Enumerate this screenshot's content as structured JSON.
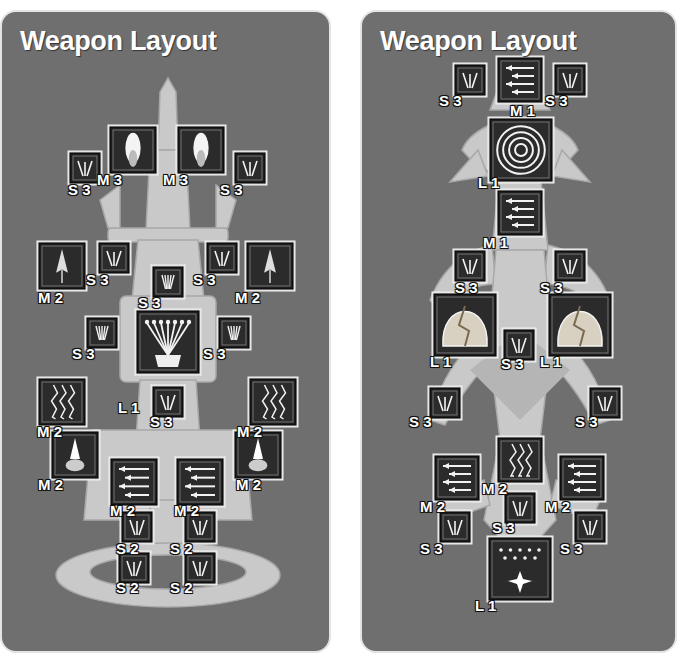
{
  "diagram": {
    "nodes": [
      {
        "text": [
          "Weapon Layout"
        ]
      },
      {
        "text": [
          "Weapon Layout"
        ]
      }
    ],
    "labels": [
      "S 3",
      "M 3",
      "M 3",
      "S 3",
      "M 2",
      "S 3",
      "S 3",
      "S 3",
      "M 2",
      "S 3",
      "L 1",
      "S 3",
      "M 2",
      "S 3",
      "M 2",
      "M 2",
      "M 2",
      "M 2",
      "M 2",
      "S 2",
      "S 2",
      "S 2",
      "S 2",
      "S 3",
      "M 1",
      "S 3",
      "L 1",
      "M 1",
      "S 3",
      "S 3",
      "L 1",
      "S 3",
      "L 1",
      "S 3",
      "S 3",
      "M 2",
      "M 2",
      "M 2",
      "S 3",
      "S 3",
      "S 3",
      "L 1"
    ]
  }
}
